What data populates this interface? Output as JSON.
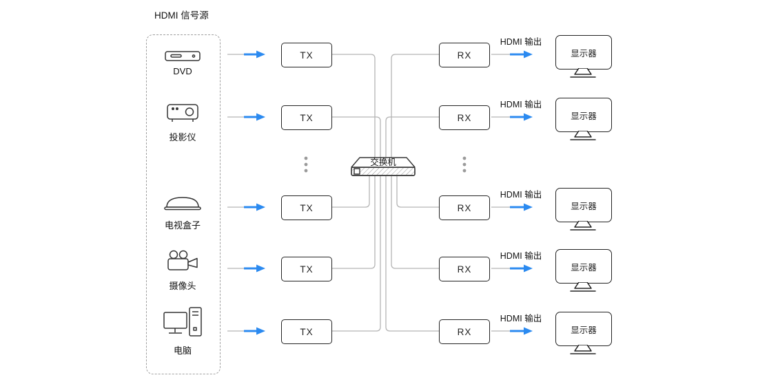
{
  "title": "HDMI 信号源",
  "sources": [
    {
      "label": "DVD"
    },
    {
      "label": "投影仪"
    },
    {
      "label": "电视盒子"
    },
    {
      "label": "摄像头"
    },
    {
      "label": "电脑"
    }
  ],
  "labels": {
    "tx": "TX",
    "rx": "RX",
    "switch": "交换机",
    "monitor": "显示器",
    "hdmi_out": "HDMI 输出"
  },
  "colors": {
    "arrow_blue": "#2b8af0",
    "wire_gray": "#b3b3b3",
    "outline_black": "#222222"
  }
}
